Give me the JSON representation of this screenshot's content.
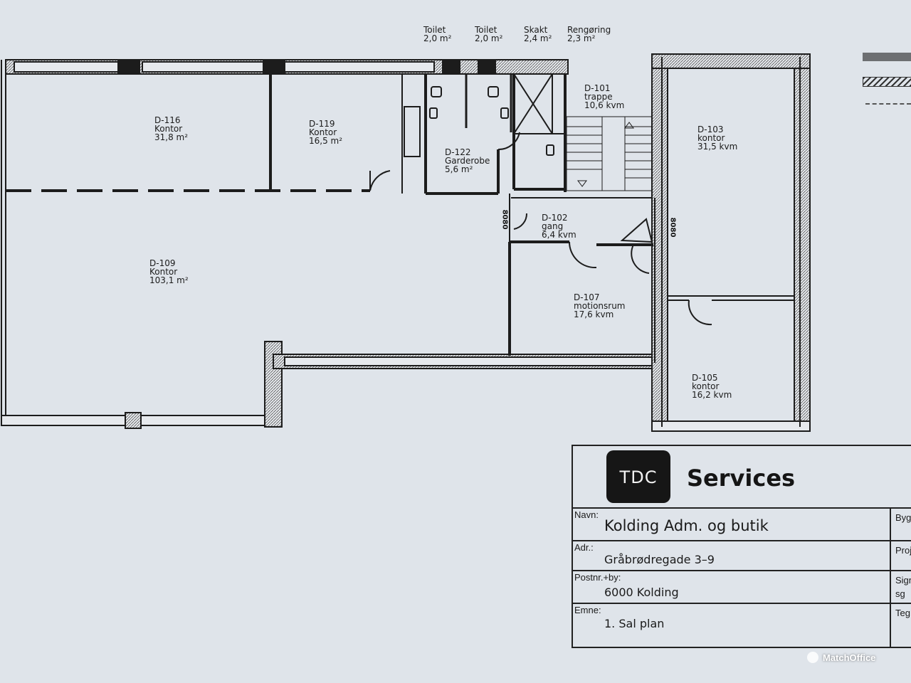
{
  "rooms": [
    {
      "id": "D-116",
      "name": "Kontor",
      "area": "31,8  m²"
    },
    {
      "id": "D-119",
      "name": "Kontor",
      "area": "16,5 m²"
    },
    {
      "id": "D-122",
      "name": "Garderobe",
      "area": "5,6 m²"
    },
    {
      "id": "D-101",
      "name": "trappe",
      "area": "10,6  kvm"
    },
    {
      "id": "D-103",
      "name": "kontor",
      "area": "31,5  kvm"
    },
    {
      "id": "D-102",
      "name": "gang",
      "area": "6,4  kvm"
    },
    {
      "id": "D-109",
      "name": "Kontor",
      "area": "103,1 m²"
    },
    {
      "id": "D-107",
      "name": "motionsrum",
      "area": "17,6  kvm"
    },
    {
      "id": "D-105",
      "name": "kontor",
      "area": "16,2  kvm"
    }
  ],
  "top_rooms": [
    {
      "name": "Toilet",
      "area": "2,0 m²"
    },
    {
      "name": "Toilet",
      "area": "2,0 m²"
    },
    {
      "name": "Skakt",
      "area": "2,4 m²"
    },
    {
      "name": "Rengøring",
      "area": "2,3 m²"
    }
  ],
  "door_tags": [
    "8080",
    "8080"
  ],
  "title_block": {
    "logo_text": "TDC",
    "company": "Services",
    "fields": [
      {
        "label": "Navn:",
        "value": "Kolding  Adm.  og  butik"
      },
      {
        "label": "Adr.:",
        "value": "Gråbrødregade  3–9"
      },
      {
        "label": "Postnr.+by:",
        "value": "6000  Kolding"
      },
      {
        "label": "Emne:",
        "value": "1.  Sal  plan"
      }
    ],
    "side_labels": [
      "Bygn",
      "Proj",
      "Sign",
      "sg",
      "Teg"
    ]
  },
  "watermark": "MatchOffice"
}
